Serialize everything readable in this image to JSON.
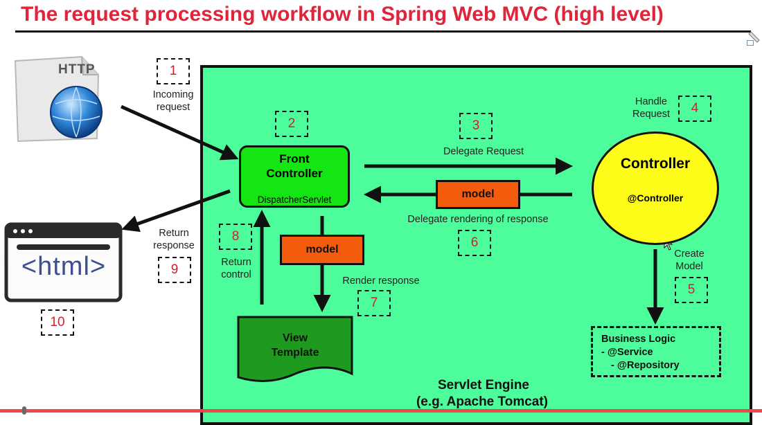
{
  "title": "The request processing workflow in Spring Web MVC (high level)",
  "nodes": {
    "http_icon_text": "HTTP",
    "front_controller": {
      "title_line1": "Front",
      "title_line2": "Controller",
      "subtitle": "DispatcherServlet"
    },
    "controller": {
      "title": "Controller",
      "subtitle": "@Controller"
    },
    "model_right": "model",
    "model_center": "model",
    "view_template": {
      "line1": "View",
      "line2": "Template"
    },
    "business_logic": {
      "line1": "Business Logic",
      "line2": "- @Service",
      "line3": "- @Repository"
    },
    "browser_text": "<html>",
    "servlet_engine": {
      "line1": "Servlet Engine",
      "line2": "(e.g. Apache Tomcat)"
    }
  },
  "steps": [
    {
      "num": "1",
      "label_line1": "Incoming",
      "label_line2": "request"
    },
    {
      "num": "2"
    },
    {
      "num": "3",
      "label_line1": "Delegate Request"
    },
    {
      "num": "4",
      "label_line1": "Handle",
      "label_line2": "Request"
    },
    {
      "num": "5",
      "label_line1": "Create",
      "label_line2": "Model"
    },
    {
      "num": "6",
      "label_line1": "Delegate rendering of response"
    },
    {
      "num": "7",
      "label_line1": "Render response"
    },
    {
      "num": "8",
      "label_line1": "Return",
      "label_line2": "control"
    },
    {
      "num": "9",
      "label_line1": "Return",
      "label_line2": "response"
    },
    {
      "num": "10"
    }
  ],
  "colors": {
    "title": "#e0243a",
    "engine": "#4dfc9a",
    "front_controller": "#14e614",
    "controller": "#fcfc18",
    "model": "#f25c0c",
    "view_template": "#1e9a1e",
    "step_number": "#d0202f"
  }
}
